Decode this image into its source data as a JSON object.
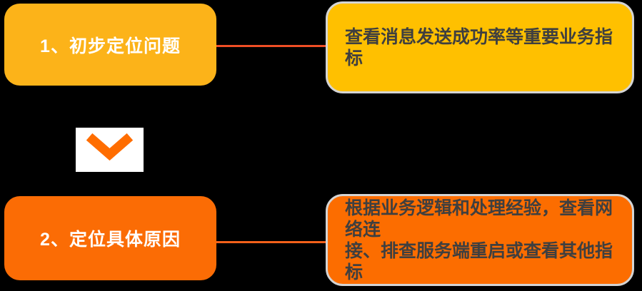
{
  "diagram": {
    "background": "#000000",
    "steps": [
      {
        "label": "1、初步定位问题",
        "detail": "查看消息发送成功率等重要业务指标",
        "step_box_color": "#FCB319",
        "detail_box_color": "#FFC000",
        "connector_color": "#EF4E25"
      },
      {
        "label": "2、定位具体原因",
        "detail": "根据业务逻辑和处理经验，查看网络连\n接、排查服务端重启或查看其他指标",
        "step_box_color": "#FB6C05",
        "detail_box_color": "#FC6D00",
        "connector_color": "#F2601A"
      }
    ],
    "arrow": {
      "icon": "chevron-down-icon",
      "color": "#FF6D00",
      "panel_color": "#FFFFFF"
    },
    "text_colors": {
      "step_label": "#FFFFFF",
      "detail_text": "#3F3F3F",
      "detail_border": "#D4D4D4"
    }
  }
}
